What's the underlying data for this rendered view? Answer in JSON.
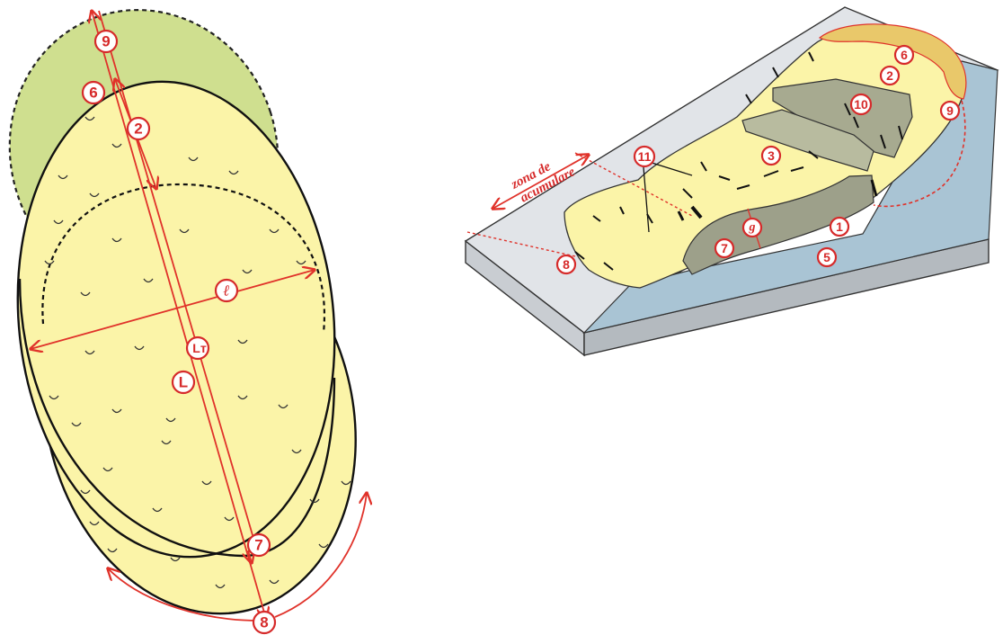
{
  "left_diagram": {
    "labels": {
      "n9": "9",
      "n6": "6",
      "n2": "2",
      "n7": "7",
      "n8": "8",
      "ell": "ℓ",
      "lt": "Lт",
      "L": "L"
    }
  },
  "right_diagram": {
    "labels": {
      "n6": "6",
      "n2": "2",
      "n9": "9",
      "n10": "10",
      "n3": "3",
      "n11": "11",
      "n1": "1",
      "n5": "5",
      "n7": "7",
      "n8": "8",
      "g": "g"
    },
    "zone_line1": "zona de",
    "zone_line2": "acumulare"
  },
  "colors": {
    "yellow": "#fbf4a8",
    "green": "#cfdf8f",
    "red": "#e0322a",
    "slope": "#a9c4d4",
    "plateau": "#dfe3e8",
    "scarp": "#9da08a"
  }
}
